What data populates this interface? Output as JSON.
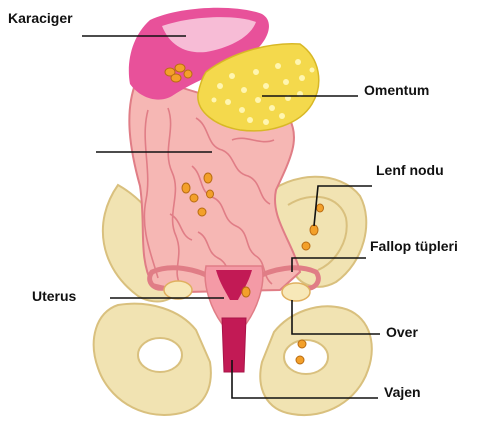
{
  "labels": {
    "liver": "Karaciger",
    "omentum": "Omentum",
    "lymph_node": "Lenf nodu",
    "fallopian_tubes": "Fallop tüpleri",
    "uterus": "Uterus",
    "ovary": "Over",
    "vagina": "Vajen"
  },
  "colors": {
    "bone": "#f1e3b2",
    "bone_shade": "#d9c07e",
    "intestine": "#f6b7b4",
    "intestine_line": "#e07d86",
    "liver": "#e8519a",
    "liver_light": "#f7bcd6",
    "omentum": "#f4d94c",
    "omentum_dot": "#fff6b0",
    "node": "#f3a02a",
    "uterus": "#f49aa6",
    "uterus_dark": "#c21a55",
    "leader_line": "#111111"
  }
}
